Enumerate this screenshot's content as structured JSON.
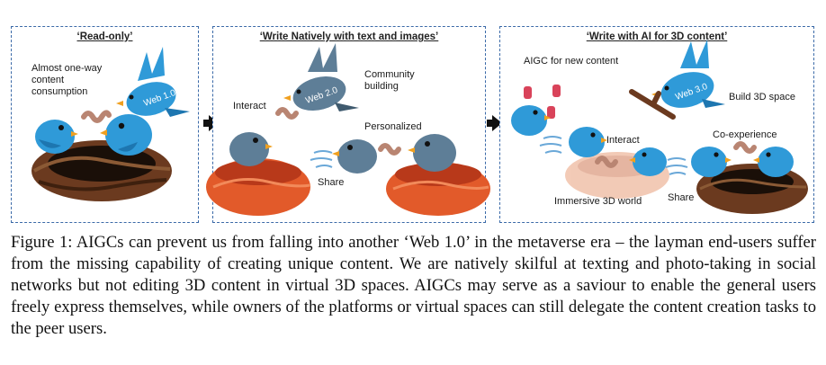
{
  "panels": [
    {
      "title": "‘Read-only’",
      "labels": {
        "description": "Almost one-way content consumption",
        "badge": "Web 1.0"
      }
    },
    {
      "title": "‘Write Natively with text and images’",
      "labels": {
        "interact": "Interact",
        "community": "Community building",
        "personalized": "Personalized",
        "share": "Share",
        "badge": "Web 2.0"
      }
    },
    {
      "title": "‘Write with AI for 3D content’",
      "labels": {
        "aigc": "AIGC for new content",
        "build": "Build 3D space",
        "interact": "Interact",
        "coexperience": "Co-experience",
        "immersive": "Immersive 3D world",
        "share": "Share",
        "badge": "Web 3.0"
      }
    }
  ],
  "caption": "Figure 1: AIGCs can prevent us from falling into another ‘Web 1.0’ in the metaverse era – the layman end-users suffer from the missing capability of creating unique content. We are natively skilful at texting and photo-taking in social networks but not editing 3D content in virtual 3D spaces. AIGCs may serve as a saviour to enable the general users freely express themselves, while owners of the platforms or virtual spaces can still delegate the content creation tasks to the peer users.",
  "colors": {
    "panel_border": "#3b6aa8",
    "bird_blue": "#2f9ad8",
    "bird_grey": "#5e7e97",
    "nest_brown": "#6b3a1f",
    "nest_orange": "#e25a2a",
    "worm": "#b98572",
    "arrow": "#111111"
  }
}
